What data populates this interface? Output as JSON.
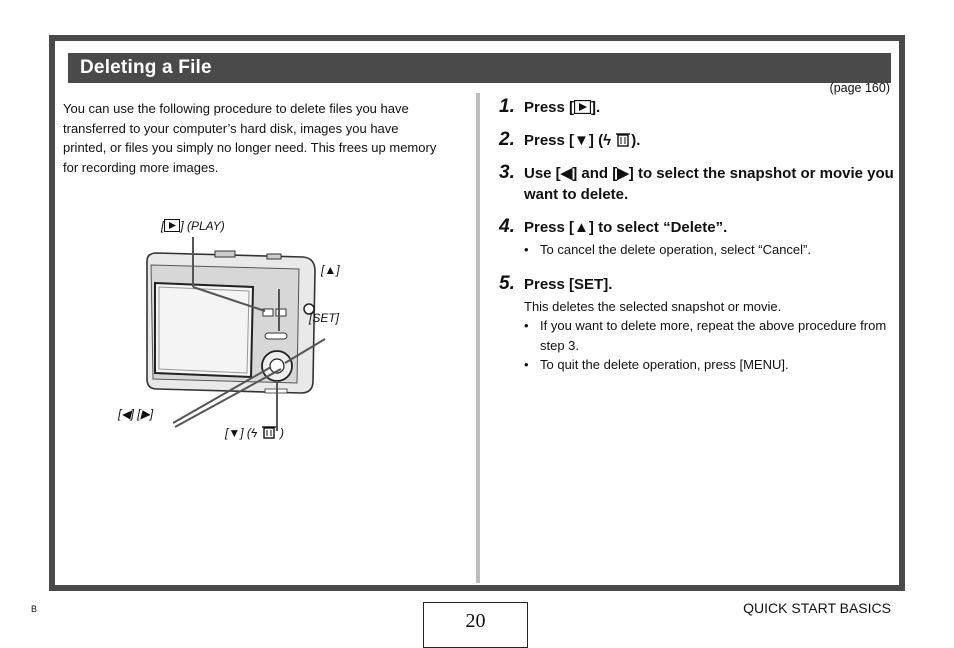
{
  "header": {
    "title": "Deleting a File"
  },
  "intro": "You can use the following procedure to delete files you have transferred to your computer’s hard disk, images you have printed, or files you simply no longer need. This frees up memory for recording more images.",
  "page_ref": "(page 160)",
  "diagram": {
    "play_label": "] (PLAY)",
    "up_label": "]",
    "set_label": "[SET]",
    "lr_label_a": "]",
    "lr_label_b": "]",
    "down_label_a": "] (",
    "down_label_b": ")"
  },
  "steps": [
    {
      "num": "1.",
      "a": "Press [",
      "b": "]."
    },
    {
      "num": "2.",
      "a": "Press [",
      "b": "] (",
      "c": ")."
    },
    {
      "num": "3.",
      "a": "Use [",
      "b": "] and [",
      "c": "] to select the snapshot or movie you want to delete."
    },
    {
      "num": "4.",
      "a": "Press [",
      "b": "] to select “Delete”.",
      "bullets": [
        "To cancel the delete operation, select “Cancel”."
      ]
    },
    {
      "num": "5.",
      "a": "Press [SET].",
      "text": "This deletes the selected snapshot or movie.",
      "bullets": [
        "If you want to delete more, repeat the above procedure from step 3.",
        "To quit the delete operation, press [MENU]."
      ]
    }
  ],
  "footer": {
    "left": "B",
    "page": "20",
    "right": "QUICK START BASICS"
  }
}
